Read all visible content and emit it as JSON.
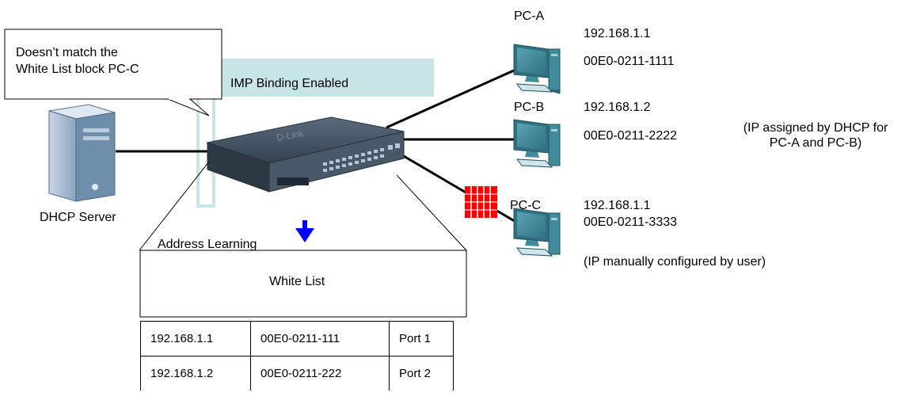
{
  "callout": {
    "line1": "Doesn’t match the",
    "line2": "White List block PC-C"
  },
  "imp_label": "IMP Binding Enabled",
  "dhcp_server_label": "DHCP Server",
  "address_learning_label": "Address Learning",
  "white_list_label": "White List",
  "switch_brand": "D-Link",
  "pc_a": {
    "name": "PC-A",
    "ip": "192.168.1.1",
    "mac": "00E0-0211-1111"
  },
  "pc_b": {
    "name": "PC-B",
    "ip": "192.168.1.2",
    "mac": "00E0-0211-2222"
  },
  "pc_c": {
    "name": "PC-C",
    "ip": "192.168.1.1",
    "mac": "00E0-0211-3333"
  },
  "dhcp_note": {
    "line1": "(IP assigned by DHCP for",
    "line2": "PC-A and PC-B)"
  },
  "manual_note": "(IP manually configured by user)",
  "white_list_table": [
    {
      "ip": "192.168.1.1",
      "mac": "00E0-0211-111",
      "port": "Port 1"
    },
    {
      "ip": "192.168.1.2",
      "mac": "00E0-0211-222",
      "port": "Port 2"
    }
  ],
  "colors": {
    "imp_band": "#c7e4e6",
    "block_red": "#ff0000",
    "arrow_blue": "#0000ff",
    "pc_teal": "#3f8b9c",
    "server_blue": "#a7bfd7",
    "switch_dark": "#3b4b5c"
  }
}
